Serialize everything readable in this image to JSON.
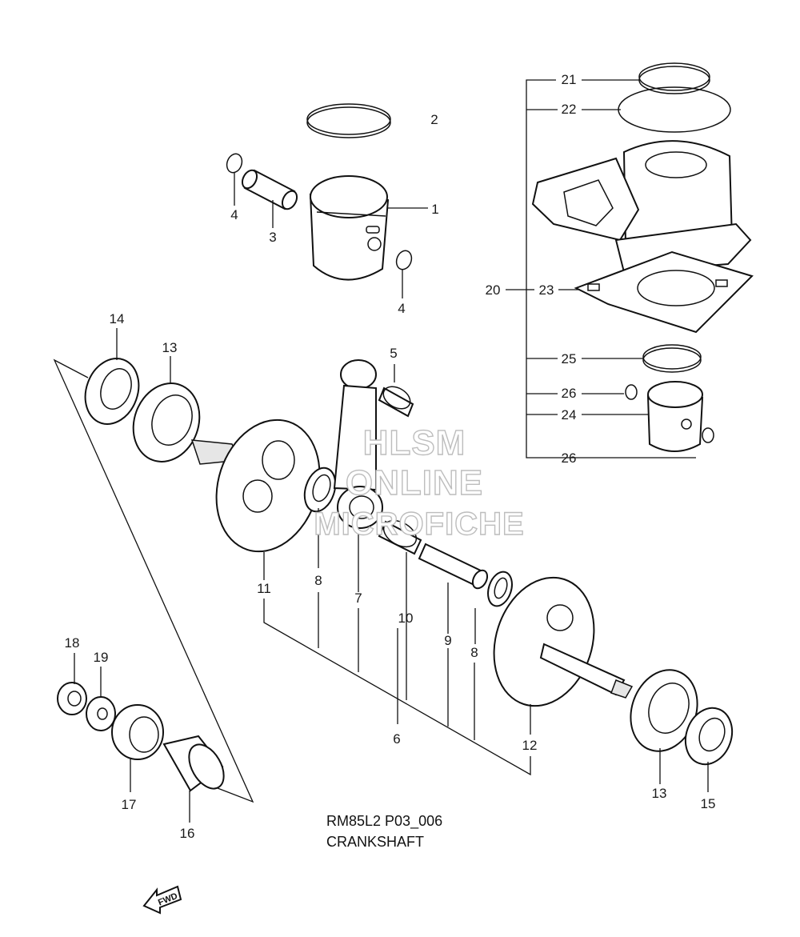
{
  "diagram": {
    "code": "RM85L2 P03_006",
    "title": "CRANKSHAFT",
    "direction_arrow": "FWD",
    "watermark": [
      "HLSM",
      "ONLINE",
      "MICROFICHE"
    ],
    "callouts": {
      "c1": "1",
      "c2": "2",
      "c3": "3",
      "c4a": "4",
      "c4b": "4",
      "c5": "5",
      "c6": "6",
      "c7": "7",
      "c8a": "8",
      "c8b": "8",
      "c9": "9",
      "c10": "10",
      "c11": "11",
      "c12": "12",
      "c13a": "13",
      "c13b": "13",
      "c14": "14",
      "c15": "15",
      "c16": "16",
      "c17": "17",
      "c18": "18",
      "c19": "19",
      "c20": "20",
      "c21": "21",
      "c22": "22",
      "c23": "23",
      "c24": "24",
      "c25": "25",
      "c26a": "26",
      "c26b": "26"
    }
  }
}
